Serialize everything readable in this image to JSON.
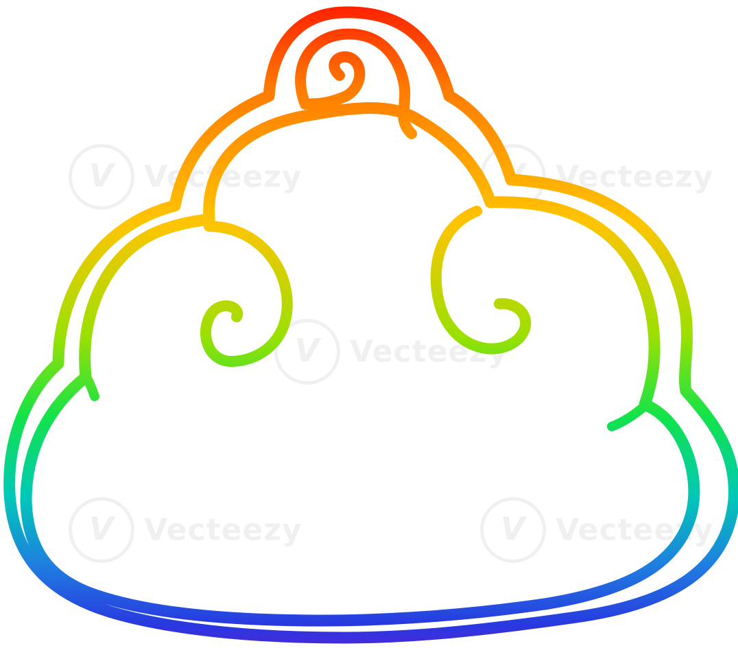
{
  "image": {
    "subject": "cloud-doodle",
    "style": "rainbow-gradient-line-art",
    "background_color": "#ffffff",
    "gradient_colors": [
      "#ff1a00",
      "#ff7a00",
      "#ffc400",
      "#9be000",
      "#12e34a",
      "#00c8b8",
      "#1f7fe0",
      "#2838e0",
      "#6a18d8"
    ]
  },
  "watermark": {
    "text": "Vecteezy",
    "logo_glyph": "V"
  }
}
